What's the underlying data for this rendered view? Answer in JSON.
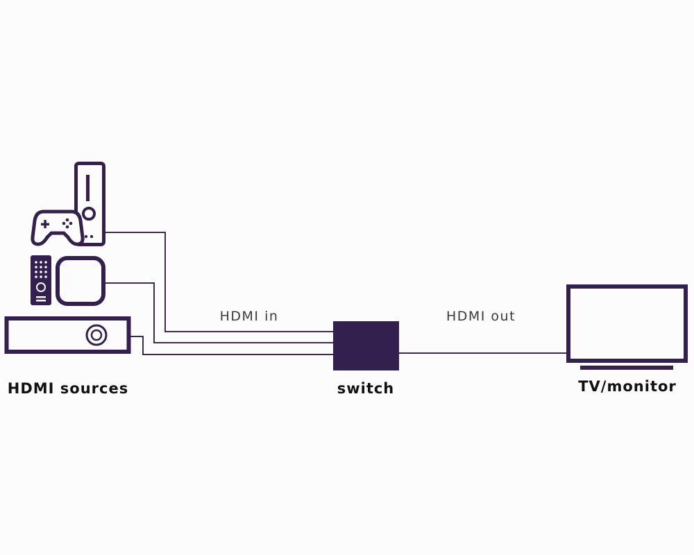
{
  "labels": {
    "sources": "HDMI sources",
    "switch": "switch",
    "tv": "TV/monitor",
    "hdmi_in": "HDMI in",
    "hdmi_out": "HDMI out"
  },
  "colors": {
    "primary": "#33204e",
    "cable": "#3b2a52",
    "label_light": "#3a3a3a",
    "label_bold": "#111111",
    "background": "#fdfcfd"
  },
  "icons": {
    "console": "game-console-icon",
    "controller": "game-controller-icon",
    "remote": "remote-control-icon",
    "streaming_box": "streaming-box-icon",
    "player": "disc-player-icon",
    "switch": "hdmi-switch-icon",
    "tv": "tv-monitor-icon"
  }
}
